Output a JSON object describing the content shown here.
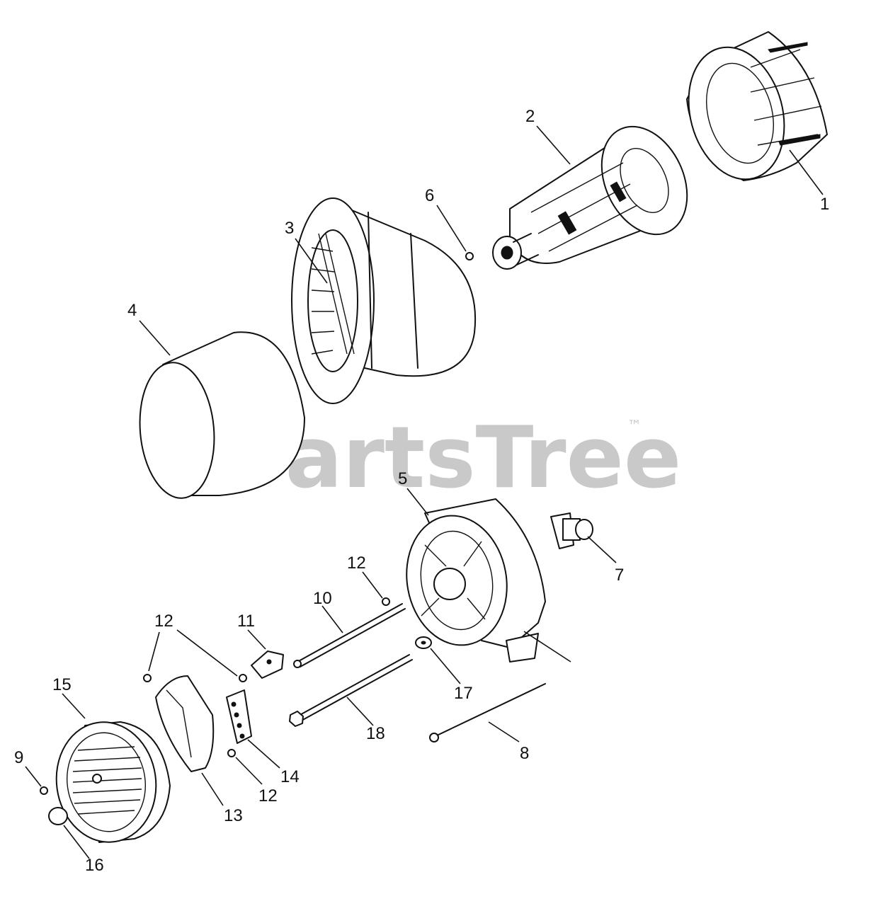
{
  "watermark": {
    "brand": "PartsTree",
    "mark": "™"
  },
  "callouts": [
    "1",
    "2",
    "3",
    "4",
    "5",
    "6",
    "7",
    "8",
    "9",
    "10",
    "11",
    "12",
    "12",
    "12",
    "13",
    "14",
    "15",
    "16",
    "17",
    "18"
  ]
}
